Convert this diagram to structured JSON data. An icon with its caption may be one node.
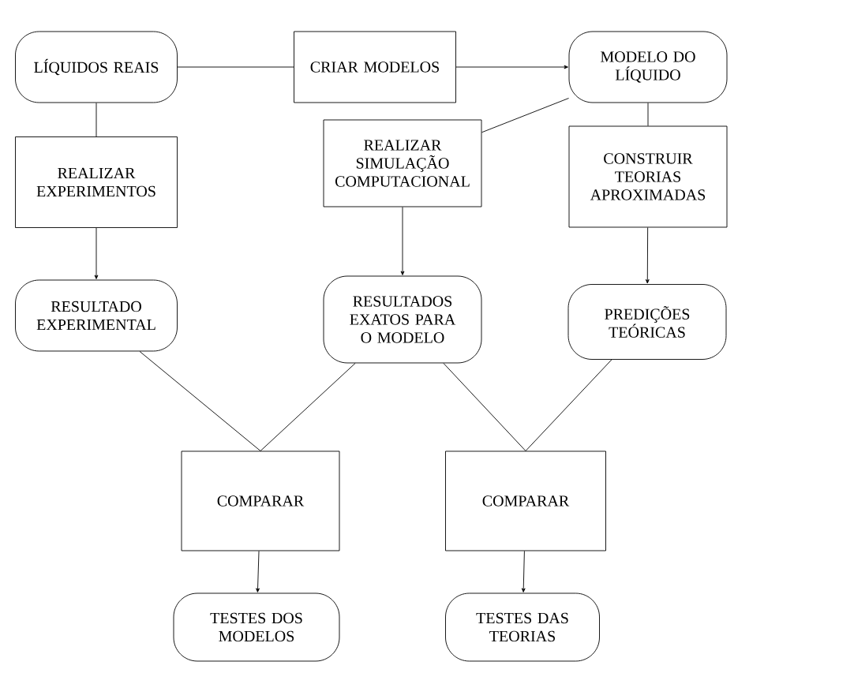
{
  "diagram": {
    "nodes": [
      {
        "text": [
          "LÍQUIDOS REAIS"
        ]
      },
      {
        "text": [
          "CRIAR MODELOS"
        ]
      },
      {
        "text": [
          "MODELO DO LÍQUIDO"
        ]
      },
      {
        "text": [
          "REALIZAR EXPERIMENTOS"
        ]
      },
      {
        "text": [
          "REALIZAR SIMULAÇÃO COMPUTACIONAL"
        ]
      },
      {
        "text": [
          "CONSTRUIR TEORIAS APROXIMADAS"
        ]
      },
      {
        "text": [
          "RESULTADO EXPERIMENTAL"
        ]
      },
      {
        "text": [
          "RESULTADOS EXATOS PARA O MODELO"
        ]
      },
      {
        "text": [
          "PREDIÇÕES TEÓRICAS"
        ]
      },
      {
        "text": [
          "COMPARAR"
        ]
      },
      {
        "text": [
          "COMPARAR"
        ]
      },
      {
        "text": [
          "TESTES DOS MODELOS"
        ]
      },
      {
        "text": [
          "TESTES DAS TEORIAS"
        ]
      }
    ],
    "edges": [
      {
        "from": 0,
        "to": 1,
        "arrow": "none"
      },
      {
        "from": 1,
        "to": 2,
        "arrow": "to"
      },
      {
        "from": 0,
        "to": 3,
        "arrow": "none"
      },
      {
        "from": 3,
        "to": 6,
        "arrow": "to"
      },
      {
        "from": 2,
        "to": 4,
        "arrow": "none"
      },
      {
        "from": 4,
        "to": 7,
        "arrow": "to"
      },
      {
        "from": 2,
        "to": 5,
        "arrow": "none"
      },
      {
        "from": 5,
        "to": 8,
        "arrow": "to"
      },
      {
        "from": 6,
        "to": 9,
        "arrow": "none"
      },
      {
        "from": 7,
        "to": 9,
        "arrow": "none"
      },
      {
        "from": 7,
        "to": 10,
        "arrow": "none"
      },
      {
        "from": 8,
        "to": 10,
        "arrow": "none"
      },
      {
        "from": 9,
        "to": 11,
        "arrow": "to"
      },
      {
        "from": 10,
        "to": 12,
        "arrow": "to"
      }
    ]
  }
}
